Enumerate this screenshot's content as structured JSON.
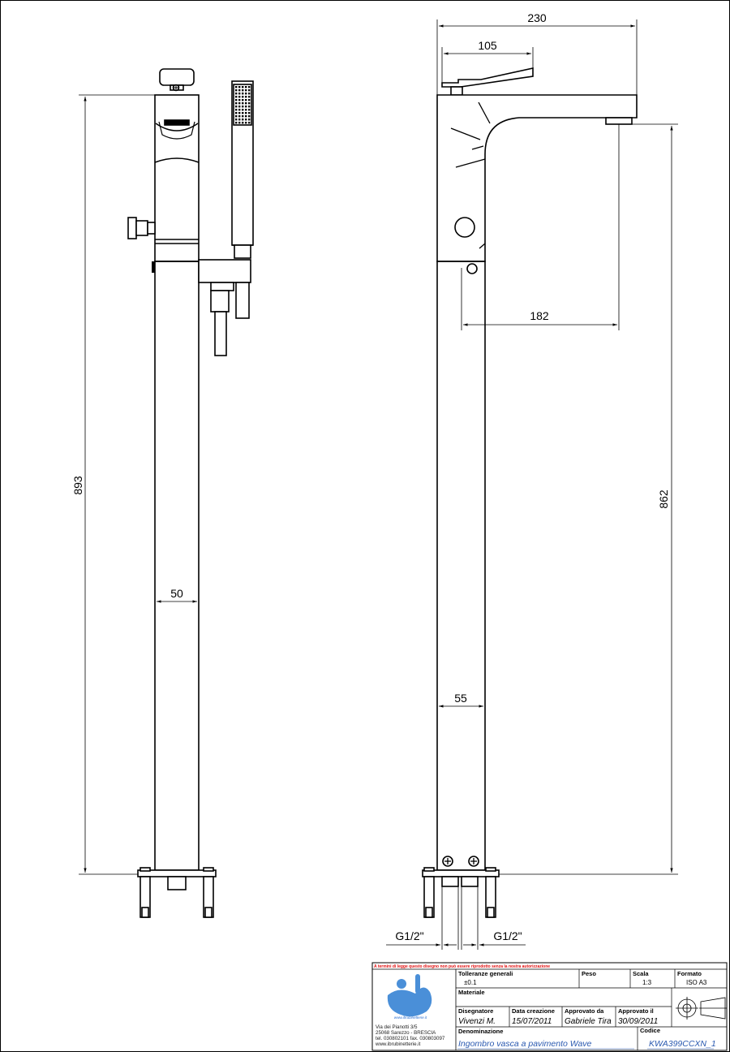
{
  "dimensions": {
    "width_overall": "230",
    "handle_projection": "105",
    "spout_reach": "182",
    "height_left": "893",
    "height_right": "862",
    "body_width_front": "50",
    "body_width_side": "55",
    "inlet_left": "G1/2\"",
    "inlet_right": "G1/2\""
  },
  "title_block": {
    "copyright_notice": "A termini di legge questo disegno non può essere riprodotto senza la nostra autorizzazione",
    "tolerance_label": "Tolleranze generali",
    "tolerance_value": "±0.1",
    "weight_label": "Peso",
    "scale_label": "Scala",
    "scale_value": "1:3",
    "format_label": "Formato",
    "format_value": "ISO A3",
    "material_label": "Materiale",
    "drafter_label": "Disegnatore",
    "drafter_value": "Vivenzi M.",
    "created_label": "Data creazione",
    "created_value": "15/07/2011",
    "approved_by_label": "Approvato da",
    "approved_by_value": "Gabriele Tira",
    "approved_on_label": "Approvato il",
    "approved_on_value": "30/09/2011",
    "name_label": "Denominazione",
    "name_value": "Ingombro vasca a pavimento Wave",
    "code_label": "Codice",
    "code_value": "KWA399CCXN_1",
    "logo_web": "www.ibrubinetterie.it",
    "address_lines": [
      "Via dei Pianotti 3/5",
      "25068 Sarezzo - BRESCIA",
      "tel. 030802101 fax. 030803097",
      "www.ibrubinetterie.it"
    ]
  }
}
